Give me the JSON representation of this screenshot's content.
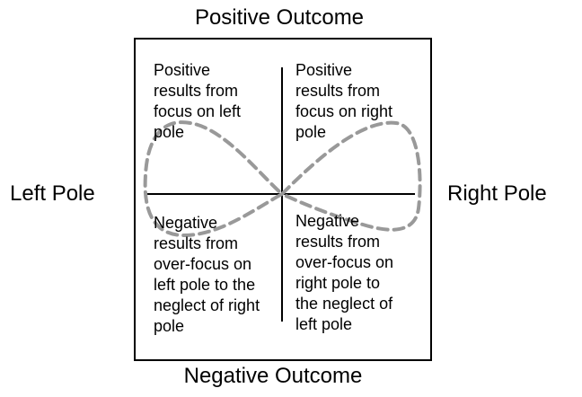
{
  "labels": {
    "top": "Positive Outcome",
    "bottom": "Negative Outcome",
    "left": "Left Pole",
    "right": "Right Pole"
  },
  "quadrants": {
    "top_left": "Positive\nresults from\nfocus on left\npole",
    "top_right": "Positive\nresults from\nfocus on right\npole",
    "bottom_left": "Negative\nresults from\nover-focus on\nleft pole to the\nneglect of right\npole",
    "bottom_right": "Negative\nresults from\nover-focus on\nright pole to\nthe neglect of\nleft pole"
  },
  "colors": {
    "infinity_loop": "#999999",
    "lines": "#000000"
  }
}
